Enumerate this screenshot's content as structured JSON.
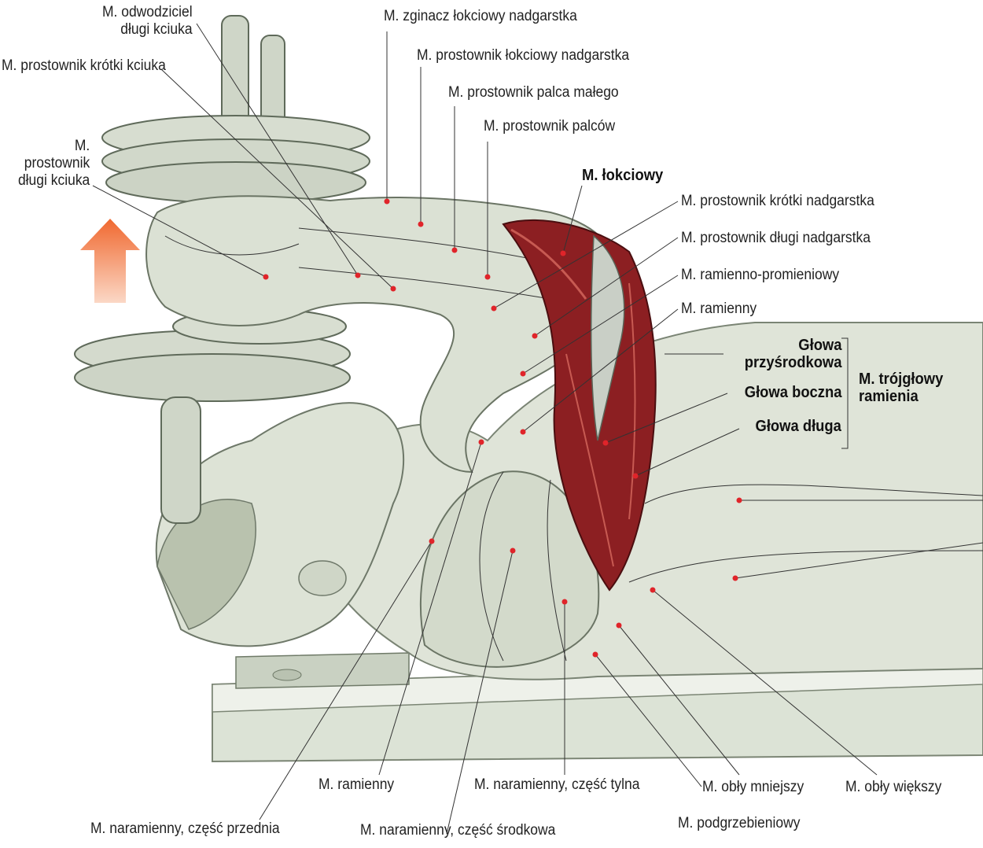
{
  "colors": {
    "muscle_highlight": "#8c1f22",
    "pointer_dot": "#e0242a",
    "arrow": "#f07a3e",
    "sketch_fill": "#dfe4d8"
  },
  "labels": {
    "abductor_pollicis_longus": "M. odwodziciel\ndługi kciuka",
    "extensor_pollicis_brevis": "M. prostownik krótki kciuka",
    "extensor_pollicis_longus": "M.\nprostownik\ndługi kciuka",
    "flexor_carpi_ulnaris": "M. zginacz łokciowy nadgarstka",
    "extensor_carpi_ulnaris": "M. prostownik łokciowy nadgarstka",
    "extensor_digiti_minimi": "M. prostownik palca małego",
    "extensor_digitorum": "M. prostownik palców",
    "anconeus": "M. łokciowy",
    "extensor_carpi_radialis_brevis": "M. prostownik krótki nadgarstka",
    "extensor_carpi_radialis_longus": "M. prostownik długi nadgarstka",
    "brachioradialis": "M. ramienno-promieniowy",
    "brachialis_top": "M. ramienny",
    "triceps_medial_head": "Głowa\nprzyśrodkowa",
    "triceps_lateral_head": "Głowa boczna",
    "triceps_long_head": "Głowa długa",
    "triceps_group": "M. trójgłowy\nramienia",
    "brachialis_bottom": "M. ramienny",
    "deltoid_anterior": "M. naramienny, część przednia",
    "deltoid_middle": "M. naramienny, część środkowa",
    "deltoid_posterior": "M. naramienny, część tylna",
    "teres_minor": "M. obły mniejszy",
    "infraspinatus": "M. podgrzebieniowy",
    "teres_major": "M. obły większy"
  }
}
